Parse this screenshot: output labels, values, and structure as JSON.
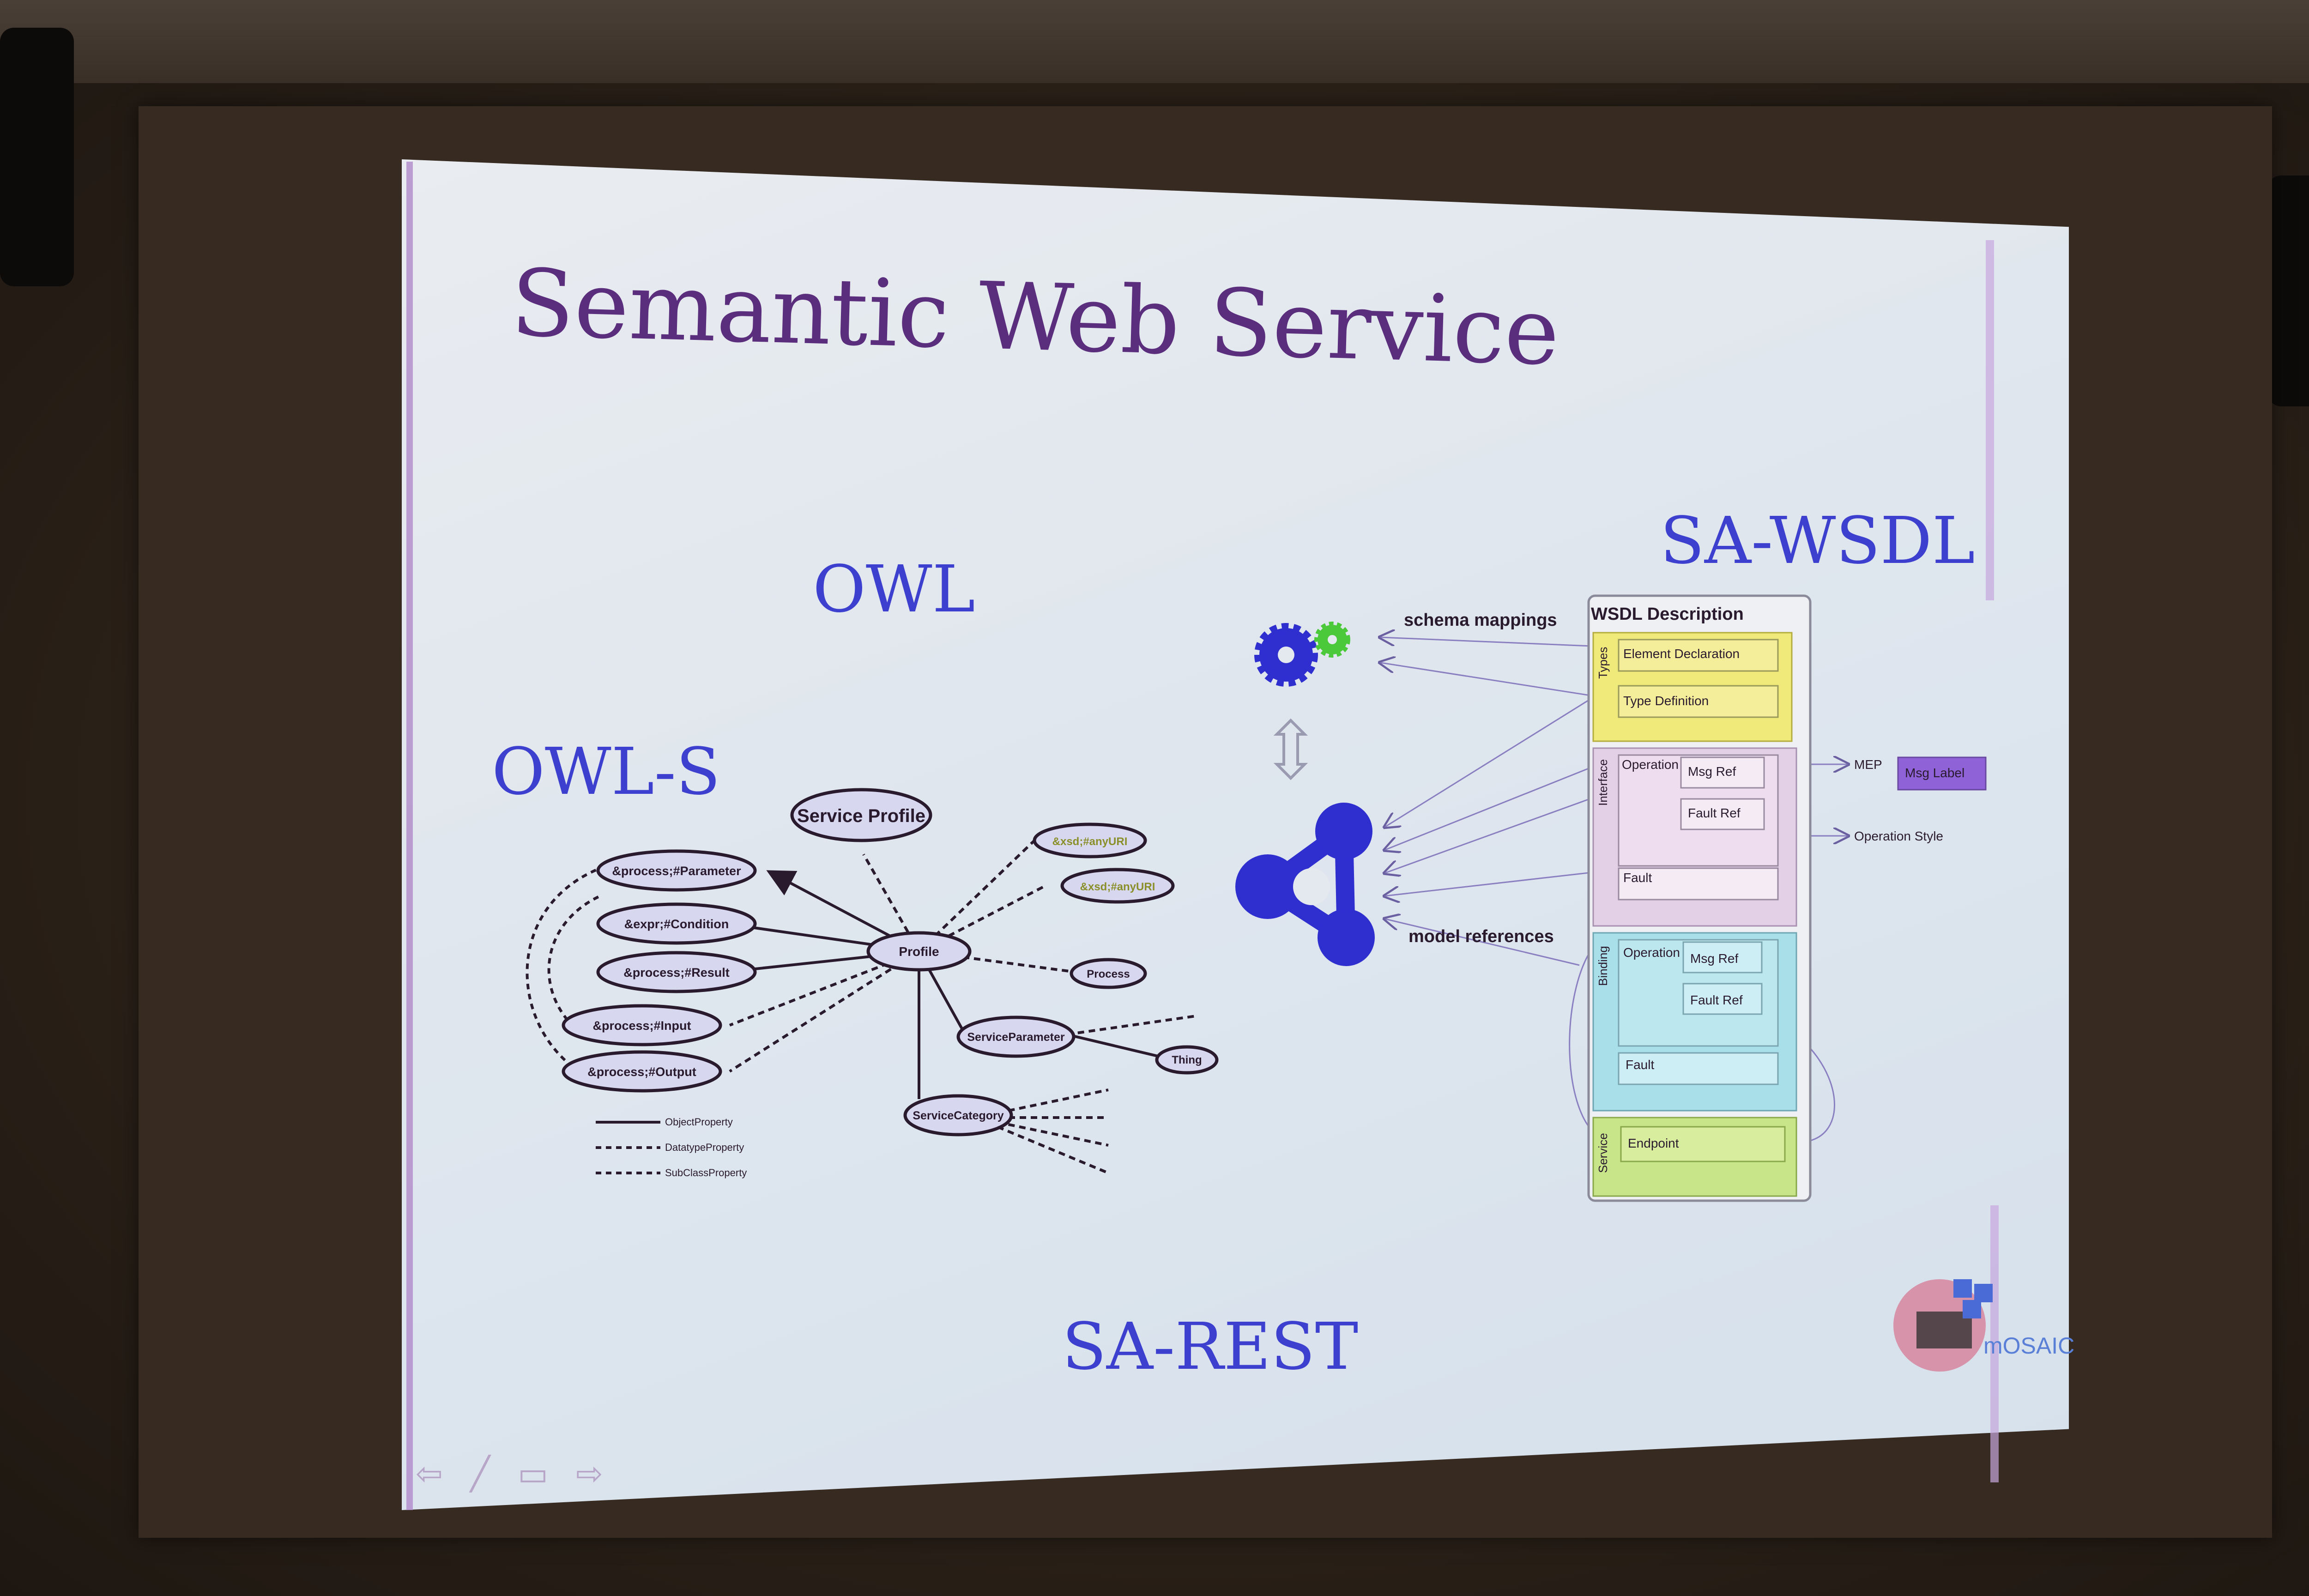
{
  "slide": {
    "title": "Semantic Web Service",
    "labels": {
      "owl": "OWL",
      "owl_s": "OWL-S",
      "sa_wsdl": "SA-WSDL",
      "sa_rest": "SA-REST"
    }
  },
  "owls_diagram": {
    "service_profile": "Service Profile",
    "profile": "Profile",
    "parameter": "&process;#Parameter",
    "condition": "&expr;#Condition",
    "result": "&process;#Result",
    "input": "&process;#Input",
    "output": "&process;#Output",
    "anyuri_1": "&xsd;#anyURI",
    "anyuri_2": "&xsd;#anyURI",
    "process": "Process",
    "service_parameter": "ServiceParameter",
    "thing": "Thing",
    "service_category": "ServiceCategory",
    "legend": [
      "ObjectProperty",
      "DatatypeProperty",
      "SubClassProperty"
    ]
  },
  "sawsdl_diagram": {
    "schema_mappings": "schema mappings",
    "model_references": "model references",
    "wsdl_description": "WSDL Description",
    "types": "Types",
    "element_declaration": "Element Declaration",
    "type_definition": "Type Definition",
    "interface": "Interface",
    "operation": "Operation",
    "msg_ref": "Msg Ref",
    "fault_ref": "Fault Ref",
    "fault": "Fault",
    "binding": "Binding",
    "service": "Service",
    "endpoint": "Endpoint",
    "mep": "MEP",
    "msg_label": "Msg Label",
    "operation_style": "Operation Style"
  },
  "logo": {
    "text": "mOSAIC"
  },
  "colors": {
    "title": "#5a2e7d",
    "blue_label": "#3d3fcf",
    "types_fill": "#f0ea7a",
    "interface_fill": "#e3cfe6",
    "binding_fill": "#a9dfe9",
    "service_fill": "#c9e58a",
    "gear_blue": "#2f2fd0",
    "gear_green": "#4cc93a"
  }
}
